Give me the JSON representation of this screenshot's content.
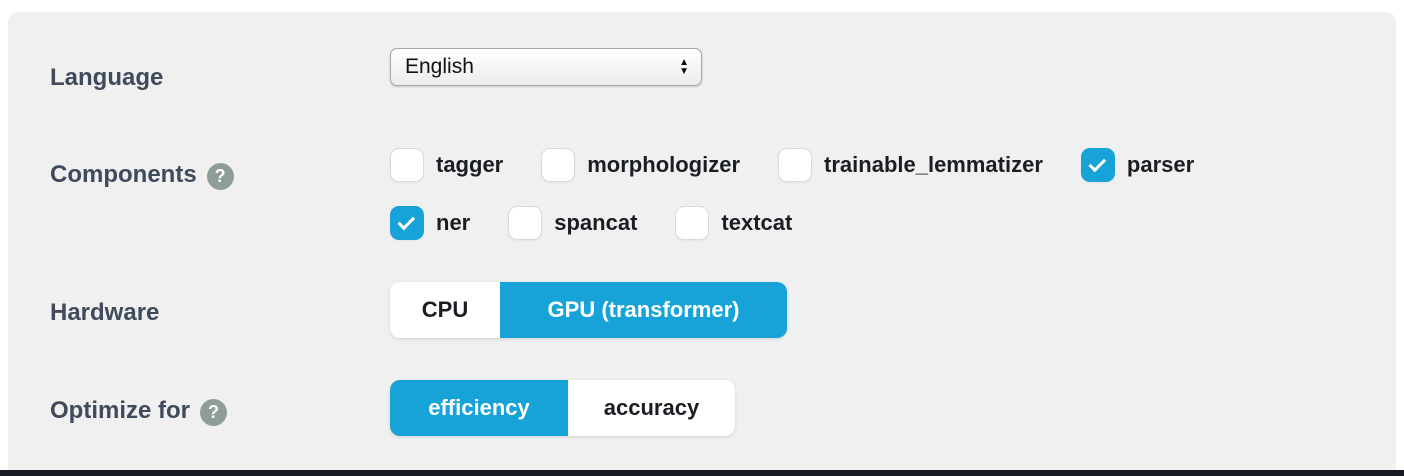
{
  "colors": {
    "accent": "#17a3d8",
    "card_background": "#f0f0f1",
    "section_label": "#3f4b5b",
    "item_label": "#1a1e23",
    "help_icon_background": "#8f9d98",
    "code_block_edge": "#171a20"
  },
  "icons": {
    "help": "?",
    "select_arrow_up": "▲",
    "select_arrow_down": "▼"
  },
  "form": {
    "language": {
      "label": "Language",
      "selected_option": "English"
    },
    "components": {
      "label": "Components",
      "items": [
        {
          "label": "tagger",
          "checked": false
        },
        {
          "label": "morphologizer",
          "checked": false
        },
        {
          "label": "trainable_lemmatizer",
          "checked": false
        },
        {
          "label": "parser",
          "checked": true
        },
        {
          "label": "ner",
          "checked": true
        },
        {
          "label": "spancat",
          "checked": false
        },
        {
          "label": "textcat",
          "checked": false
        }
      ]
    },
    "hardware": {
      "label": "Hardware",
      "options": [
        {
          "label": "CPU",
          "selected": false
        },
        {
          "label": "GPU (transformer)",
          "selected": true
        }
      ]
    },
    "optimize": {
      "label": "Optimize for",
      "options": [
        {
          "label": "efficiency",
          "selected": true
        },
        {
          "label": "accuracy",
          "selected": false
        }
      ]
    }
  }
}
